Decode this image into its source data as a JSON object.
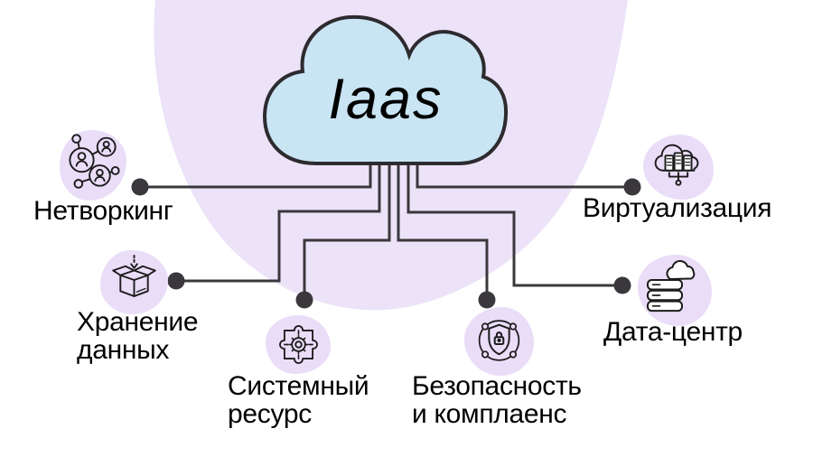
{
  "title": "Iaas",
  "diagram_type": "cloud-infographic",
  "colors": {
    "background": "#ffffff",
    "big_blob": "#ece3f8",
    "node_blob": "#e9ddf8",
    "cloud_fill": "#c9e5f4",
    "cloud_stroke": "#2d2b2f",
    "connector": "#3a383c",
    "text": "#000000"
  },
  "nodes": [
    {
      "id": "networking",
      "icon": "people-network-icon",
      "label_line1": "Нетворкинг",
      "label_line2": ""
    },
    {
      "id": "virtualization",
      "icon": "cloud-servers-icon",
      "label_line1": "Виртуализация",
      "label_line2": ""
    },
    {
      "id": "data-storage",
      "icon": "open-box-icon",
      "label_line1": "Хранение",
      "label_line2": "данных"
    },
    {
      "id": "system-resource",
      "icon": "gear-puzzle-icon",
      "label_line1": "Системный",
      "label_line2": "ресурс"
    },
    {
      "id": "security-compliance",
      "icon": "shield-lock-icon",
      "label_line1": "Безопасность",
      "label_line2": "и комплаенс"
    },
    {
      "id": "data-center",
      "icon": "server-stack-cloud-icon",
      "label_line1": "Дата-центр",
      "label_line2": ""
    }
  ]
}
